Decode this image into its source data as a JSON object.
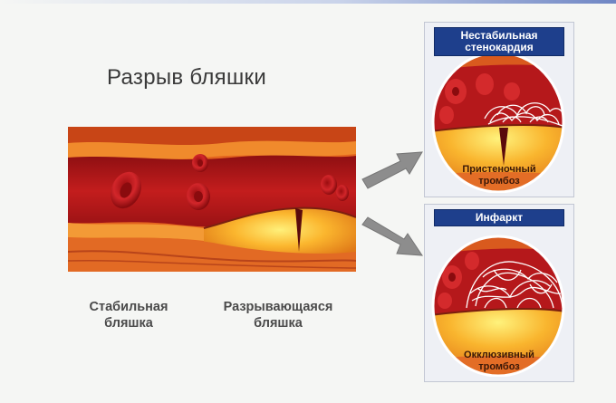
{
  "title": "Разрыв бляшки",
  "labels": {
    "stable": [
      "Стабильная",
      "бляшка"
    ],
    "rupturing": [
      "Разрывающаяся",
      "бляшка"
    ]
  },
  "cards": [
    {
      "header": [
        "Нестабильная",
        "стенокардия"
      ],
      "caption": [
        "Пристеночный",
        "тромбоз"
      ]
    },
    {
      "header": [
        "Инфаркт"
      ],
      "caption": [
        "Окклюзивный",
        "тромбоз"
      ]
    }
  ],
  "colors": {
    "header_bg": "#1e3f8c",
    "blood": "#b0161a",
    "plaque": "#f6a020"
  }
}
